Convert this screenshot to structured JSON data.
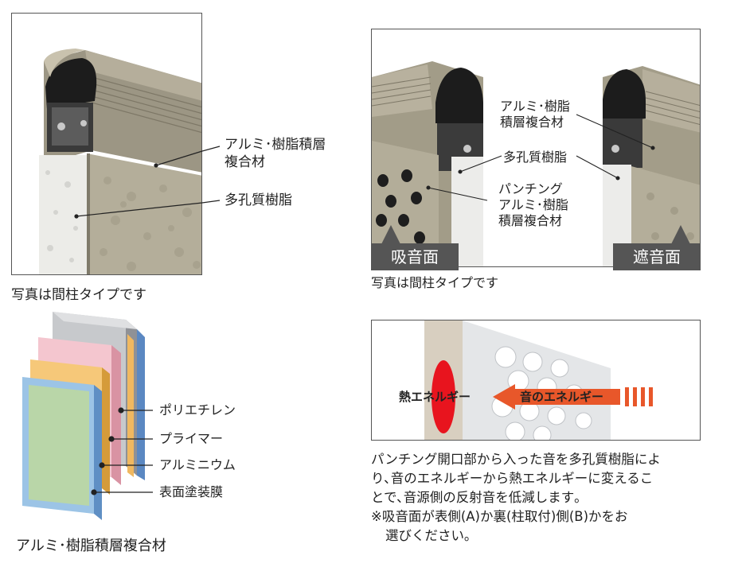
{
  "panel_top_left": {
    "label_composite": "アルミ･樹脂積層",
    "label_composite_2": "複合材",
    "label_porous": "多孔質樹脂",
    "caption": "写真は間柱タイプです"
  },
  "panel_top_right": {
    "label_composite_1": "アルミ･樹脂",
    "label_composite_2": "積層複合材",
    "label_porous": "多孔質樹脂",
    "label_punching_1": "パンチング",
    "label_punching_2": "アルミ･樹脂",
    "label_punching_3": "積層複合材",
    "tag_absorb": "吸音面",
    "tag_insulate": "遮音面",
    "caption": "写真は間柱タイプです"
  },
  "layers": {
    "items": [
      "ポリエチレン",
      "プライマー",
      "アルミニウム",
      "表面塗装膜"
    ],
    "caption": "アルミ･樹脂積層複合材",
    "colors": [
      "#b9bcc0",
      "#f2b8c4",
      "#f0b860",
      "#8fb4d8"
    ]
  },
  "energy": {
    "heat_label": "熱エネルギー",
    "sound_label": "音のエネルギー",
    "arrow_color": "#e8572a",
    "heat_color": "#e8141e"
  },
  "description": {
    "line1": "パンチング開口部から入った音を多孔質樹脂によ",
    "line2": "り､音のエネルギーから熱エネルギーに変えるこ",
    "line3": "とで､音源側の反射音を低減します｡",
    "note1": "※吸音面が表側(A)か裏(柱取付)側(B)かをお",
    "note2": "選びください｡"
  }
}
